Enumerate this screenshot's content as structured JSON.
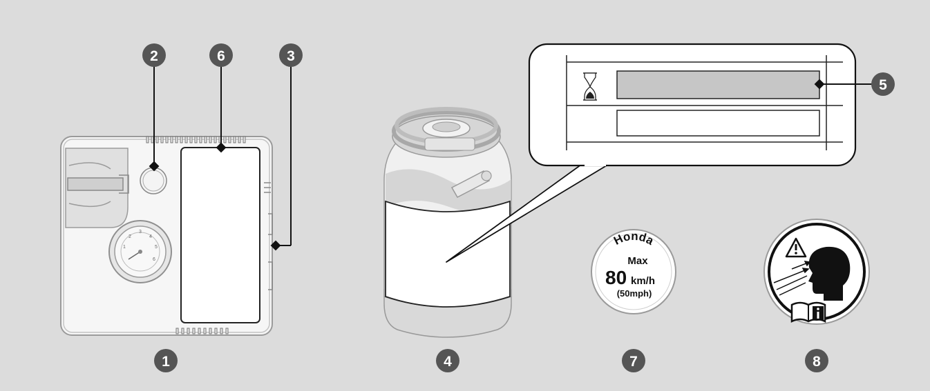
{
  "callouts": {
    "c1": "1",
    "c2": "2",
    "c3": "3",
    "c4": "4",
    "c5": "5",
    "c6": "6",
    "c7": "7",
    "c8": "8"
  },
  "speed_sticker": {
    "brand": "Honda",
    "max_label": "Max",
    "speed_value": "80",
    "speed_unit": "km/h",
    "mph": "(50mph)"
  },
  "gauge": {
    "ticks": [
      "1",
      "2",
      "3",
      "4",
      "5",
      "6"
    ]
  },
  "colors": {
    "background": "#dcdcdc",
    "badge": "#555555",
    "outline": "#222222",
    "body_fill": "#f4f4f4",
    "shade": "#bdbdbd"
  },
  "icons": {
    "hourglass": "hourglass-icon",
    "warning": "warning-triangle-icon",
    "manual": "manual-book-icon",
    "head": "head-profile-icon"
  }
}
